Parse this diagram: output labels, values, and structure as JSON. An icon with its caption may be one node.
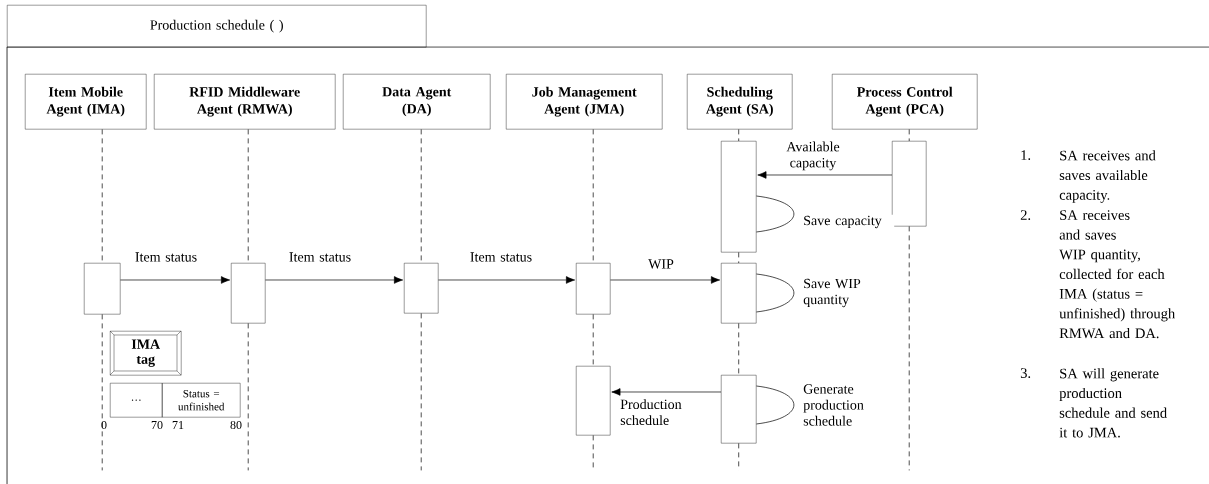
{
  "diagram": {
    "nodes": [
      {
        "text": [
          "Production schedule ( )"
        ]
      },
      {
        "text": [
          "Item Mobile Agent (IMA)"
        ]
      },
      {
        "text": [
          "RFID Middleware Agent (RMWA)"
        ]
      },
      {
        "text": [
          "Data Agent (DA)"
        ]
      },
      {
        "text": [
          "Job Management Agent (JMA)"
        ]
      },
      {
        "text": [
          "Scheduling Agent (SA)"
        ]
      },
      {
        "text": [
          "Process Control Agent (PCA)"
        ]
      },
      {
        "text": [],
        "shape": "box"
      },
      {
        "text": [],
        "shape": "box"
      },
      {
        "text": [],
        "shape": "box"
      },
      {
        "text": [],
        "shape": "box"
      },
      {
        "text": [],
        "shape": "box"
      },
      {
        "text": [],
        "shape": "box"
      },
      {
        "text": [],
        "shape": "box"
      },
      {
        "text": [],
        "shape": "box"
      },
      {
        "text": [],
        "shape": "box"
      },
      {
        "text": [
          "IMA tag"
        ]
      },
      {
        "text": [
          "…"
        ]
      },
      {
        "text": [
          "Status = unfinished"
        ]
      }
    ],
    "edges": [
      {
        "from": 1,
        "to": 7,
        "arrow": "none",
        "style": "dashed"
      },
      {
        "from": 7,
        "to": null,
        "arrow": "none",
        "style": "dashed"
      },
      {
        "from": 2,
        "to": 8,
        "arrow": "none",
        "style": "dashed"
      },
      {
        "from": 8,
        "to": null,
        "arrow": "none",
        "style": "dashed"
      },
      {
        "from": 3,
        "to": 9,
        "arrow": "none",
        "style": "dashed"
      },
      {
        "from": 9,
        "to": null,
        "arrow": "none",
        "style": "dashed"
      },
      {
        "from": 4,
        "to": 10,
        "arrow": "none",
        "style": "dashed"
      },
      {
        "from": 10,
        "to": 14,
        "arrow": "none",
        "style": "dashed"
      },
      {
        "from": 14,
        "to": null,
        "arrow": "none",
        "style": "dashed"
      },
      {
        "from": 5,
        "to": 11,
        "arrow": "none",
        "style": "dashed"
      },
      {
        "from": 11,
        "to": 13,
        "arrow": "none",
        "style": "dashed"
      },
      {
        "from": 13,
        "to": 15,
        "arrow": "none",
        "style": "dashed"
      },
      {
        "from": 15,
        "to": null,
        "arrow": "none",
        "style": "dashed"
      },
      {
        "from": 6,
        "to": 12,
        "arrow": "none",
        "style": "dashed"
      },
      {
        "from": 12,
        "to": null,
        "arrow": "none",
        "style": "dashed"
      },
      {
        "from": 12,
        "to": 11,
        "arrow": "to",
        "label": "Available capacity"
      },
      {
        "from": 11,
        "to": 11,
        "arrow": "none",
        "label": "Save capacity"
      },
      {
        "from": 7,
        "to": 8,
        "arrow": "to",
        "label": "Item status"
      },
      {
        "from": 8,
        "to": 9,
        "arrow": "to",
        "label": "Item status"
      },
      {
        "from": 9,
        "to": 10,
        "arrow": "to",
        "label": "Item status"
      },
      {
        "from": 10,
        "to": 13,
        "arrow": "to",
        "label": "WIP"
      },
      {
        "from": 13,
        "to": 13,
        "arrow": "none",
        "label": "Save WIP quantity"
      },
      {
        "from": 15,
        "to": 14,
        "arrow": "to",
        "label": "Production schedule"
      },
      {
        "from": 15,
        "to": 15,
        "arrow": "none",
        "label": "Generate production schedule"
      }
    ],
    "labels": [
      "1.",
      "SA receives and saves available capacity.",
      "2.",
      "SA receives and saves WIP quantity, collected for each IMA (status = unfinished) through RMWA and DA.",
      "3.",
      "SA will generate production schedule and send it to JMA.",
      "0",
      "70",
      "71",
      "80"
    ]
  }
}
